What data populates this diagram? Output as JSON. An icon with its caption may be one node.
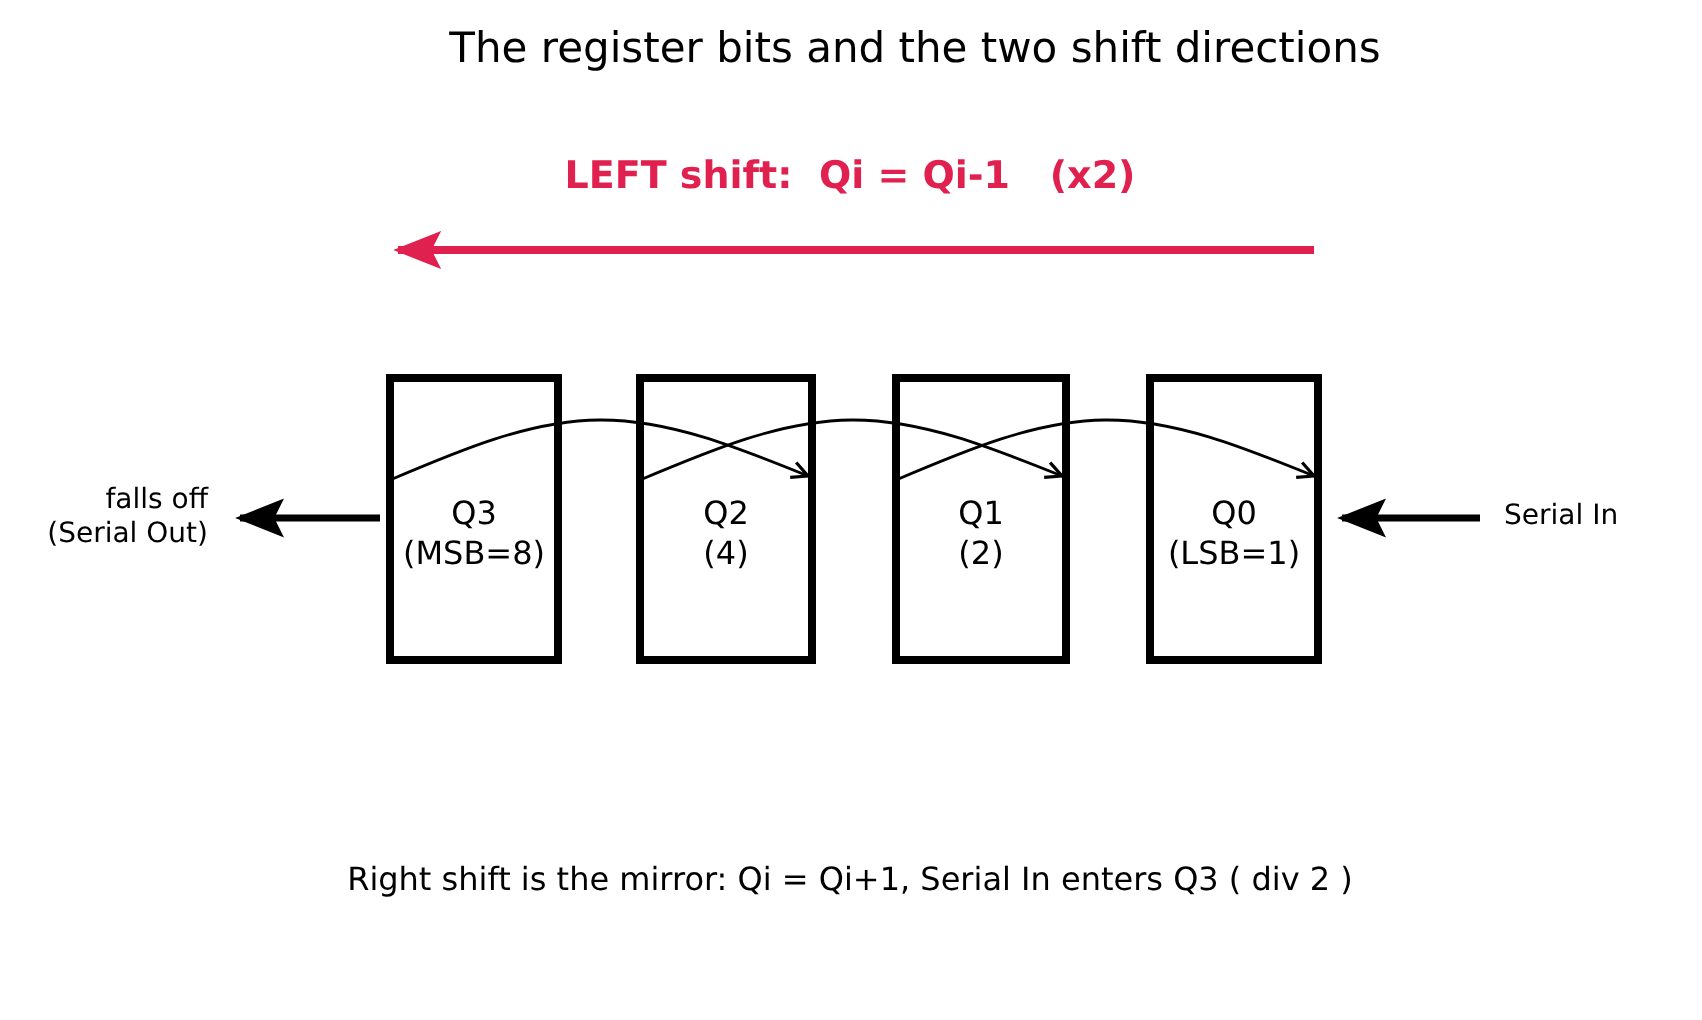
{
  "diagram": {
    "title": "The register bits and the two shift directions",
    "nodes": [
      {
        "text": [
          "Q3 (MSB=8)"
        ]
      },
      {
        "text": [
          "Q2 (4)"
        ]
      },
      {
        "text": [
          "Q1 (2)"
        ]
      },
      {
        "text": [
          "Q0 (LSB=1)"
        ]
      },
      {
        "text": [
          "falls off (Serial Out)"
        ]
      },
      {
        "text": [
          "Serial In"
        ]
      }
    ],
    "edges": [
      {
        "from": 0,
        "to": 1,
        "arrow": "to"
      },
      {
        "from": 1,
        "to": 2,
        "arrow": "to"
      },
      {
        "from": 2,
        "to": 3,
        "arrow": "to"
      },
      {
        "from": 0,
        "to": 4,
        "arrow": "to",
        "style": "thick"
      },
      {
        "from": 5,
        "to": 3,
        "arrow": "to",
        "style": "thick"
      }
    ],
    "labels": [
      "LEFT shift:  Qi = Qi-1   (x2)",
      "Right shift is the mirror: Qi = Qi+1, Serial In enters Q3 ( div 2 )"
    ]
  }
}
